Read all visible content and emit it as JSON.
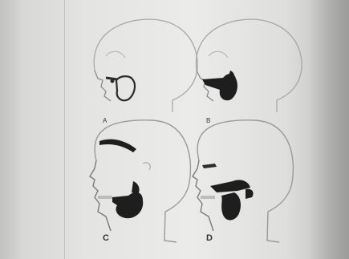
{
  "panels": [
    {
      "label": "A"
    },
    {
      "label": "B"
    },
    {
      "label": "C"
    },
    {
      "label": "D"
    }
  ],
  "colors": {
    "outline": "#a8a8a8",
    "ink": "#1e1e1e",
    "paper": "#e8e8e6"
  }
}
